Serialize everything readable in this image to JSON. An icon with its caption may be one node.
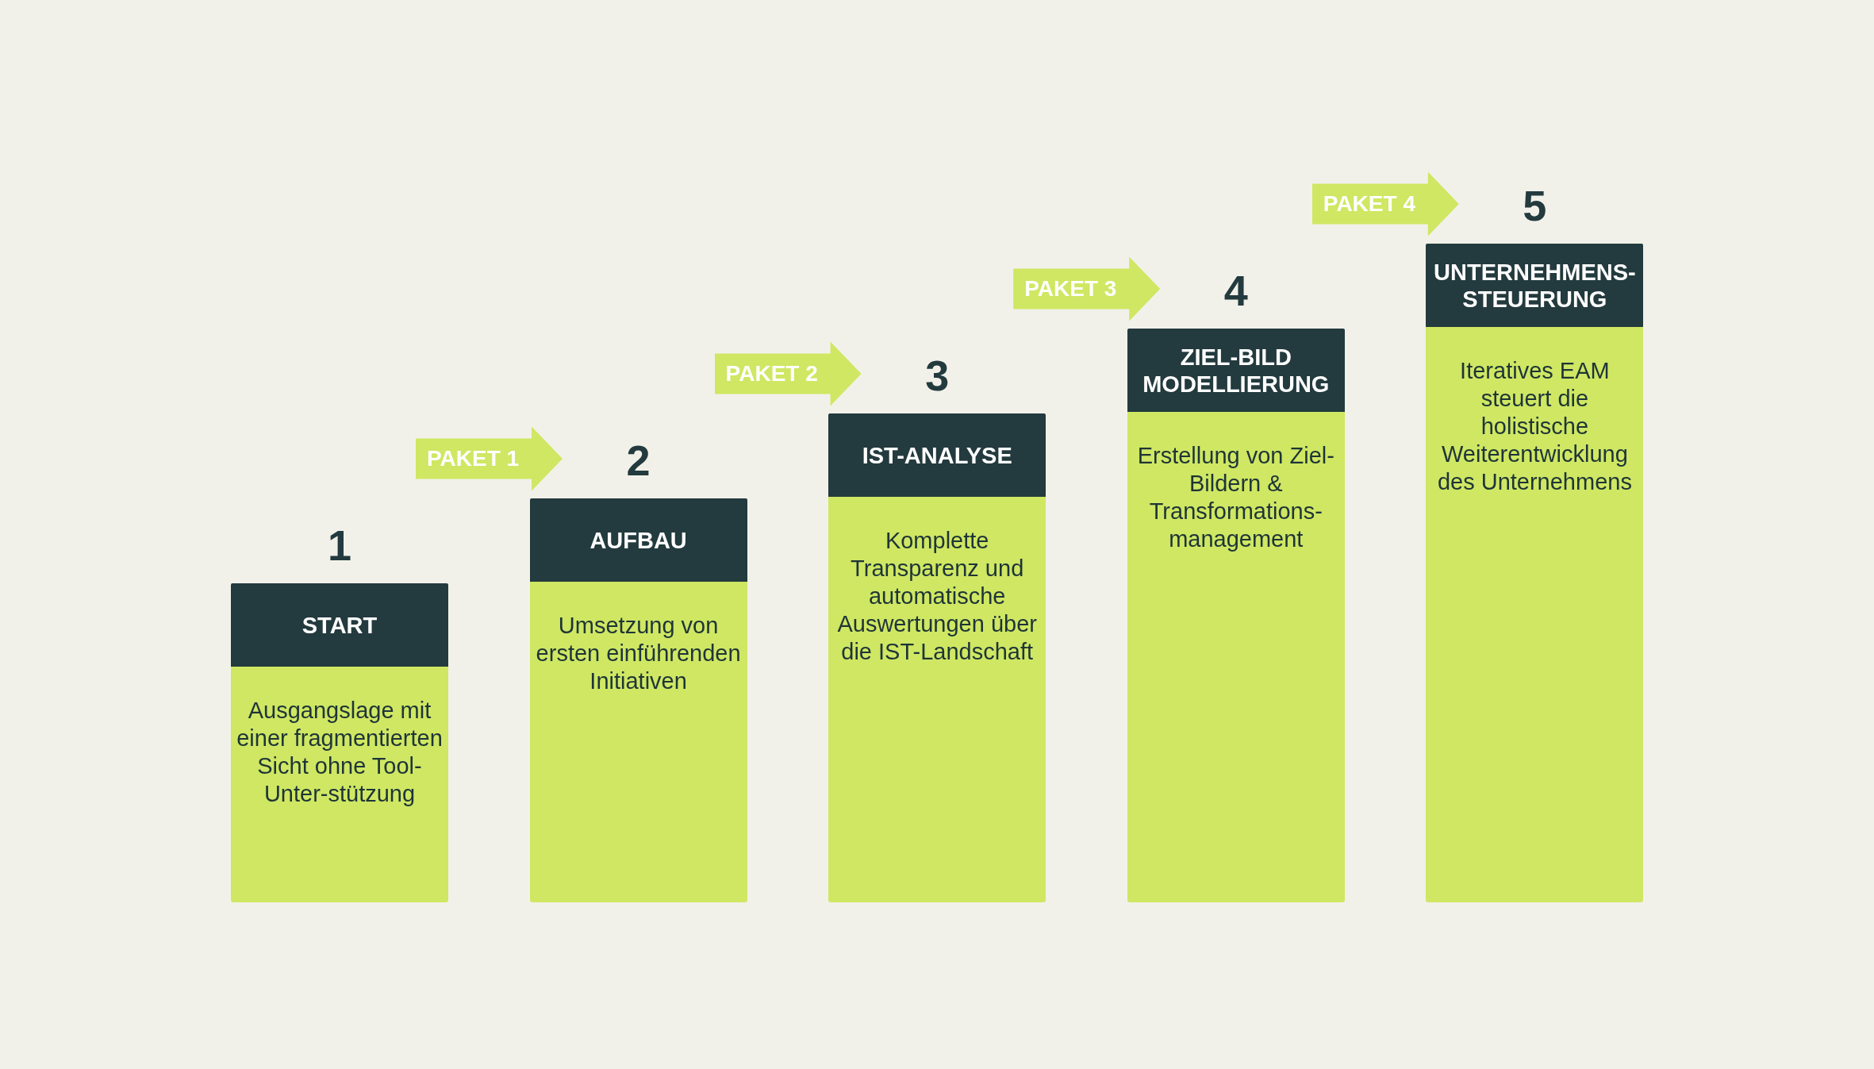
{
  "diagram": {
    "nodes": [
      {
        "text": [
          "START",
          "Ausgangslage mit einer fragmentierten Sicht ohne Tool-Unter-stützung"
        ],
        "beside": [
          "1"
        ]
      },
      {
        "text": [
          "AUFBAU",
          "Umsetzung von ersten einführenden Initiativen"
        ],
        "beside": [
          "2"
        ]
      },
      {
        "text": [
          "IST-ANALYSE",
          "Komplette Transparenz und automatische Auswertungen über die IST-Landschaft"
        ],
        "beside": [
          "3"
        ]
      },
      {
        "text": [
          "ZIEL-BILD MODELLIERUNG",
          "Erstellung von Ziel-Bildern & Transformations-management"
        ],
        "beside": [
          "4"
        ]
      },
      {
        "text": [
          "UNTERNEHMENS-STEUERUNG",
          "Iteratives EAM steuert die holistische Weiterentwicklung des Unternehmens"
        ],
        "beside": [
          "5"
        ]
      },
      {
        "text": [
          "PAKET 1"
        ]
      },
      {
        "text": [
          "PAKET 2"
        ]
      },
      {
        "text": [
          "PAKET 3"
        ]
      },
      {
        "text": [
          "PAKET 4"
        ]
      }
    ]
  }
}
